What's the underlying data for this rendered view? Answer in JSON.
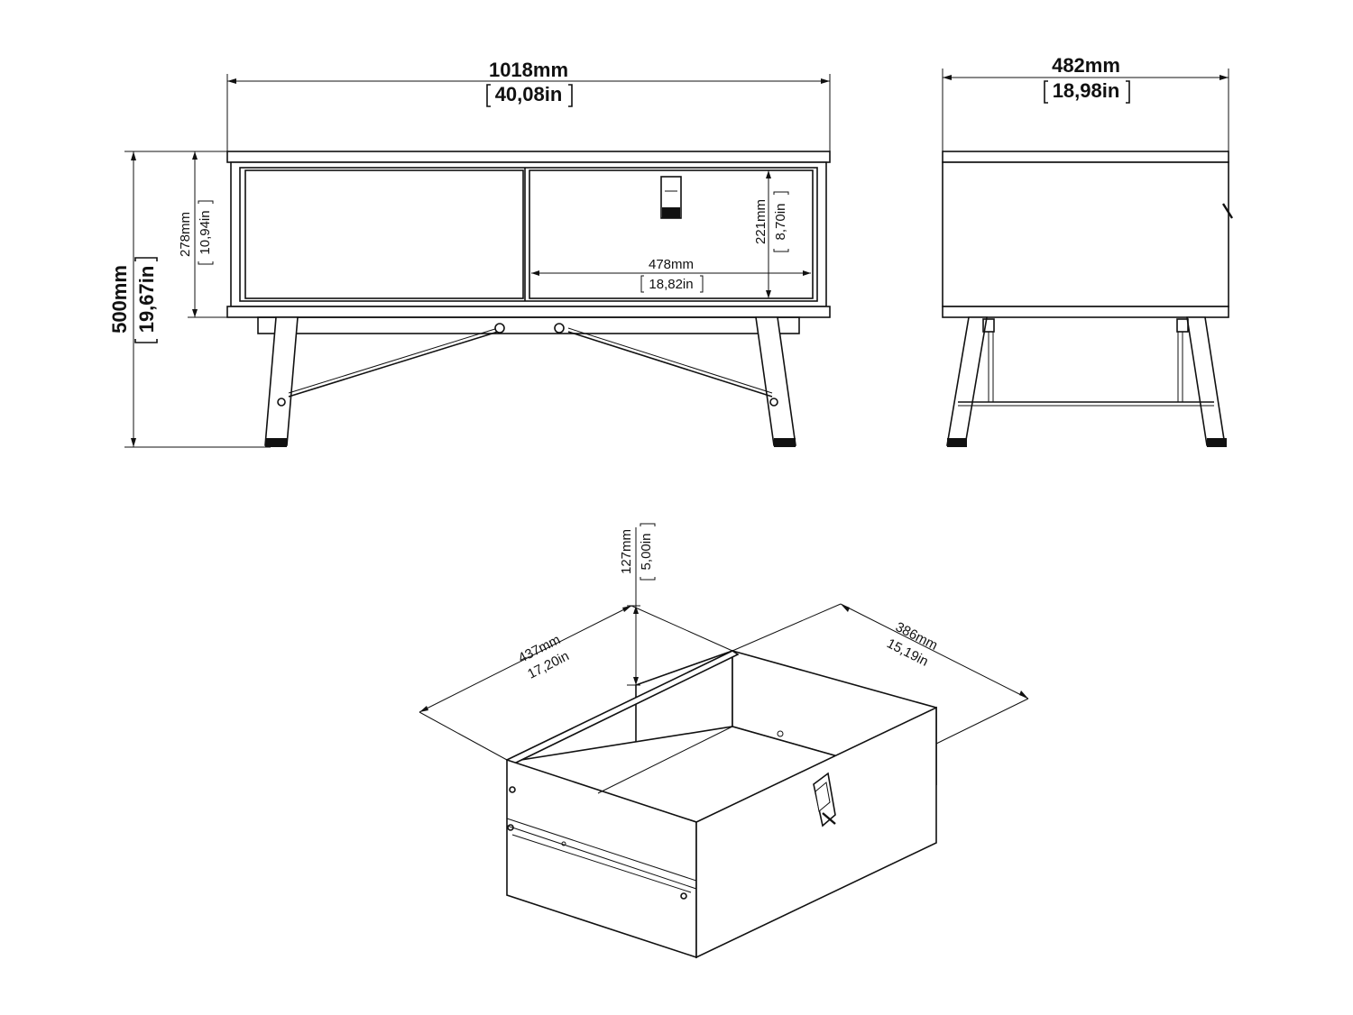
{
  "front_view": {
    "width": {
      "mm": "1018mm",
      "in": "40,08in"
    },
    "height": {
      "mm": "500mm",
      "in": "19,67in"
    },
    "body_height": {
      "mm": "278mm",
      "in": "10,94in"
    },
    "drawer_front_height": {
      "mm": "221mm",
      "in": "8,70in"
    },
    "drawer_front_width": {
      "mm": "478mm",
      "in": "18,82in"
    }
  },
  "side_view": {
    "depth": {
      "mm": "482mm",
      "in": "18,98in"
    }
  },
  "drawer_view": {
    "height": {
      "mm": "127mm",
      "in": "5,00in"
    },
    "width": {
      "mm": "437mm",
      "in": "17,20in"
    },
    "depth": {
      "mm": "386mm",
      "in": "15,19in"
    }
  }
}
